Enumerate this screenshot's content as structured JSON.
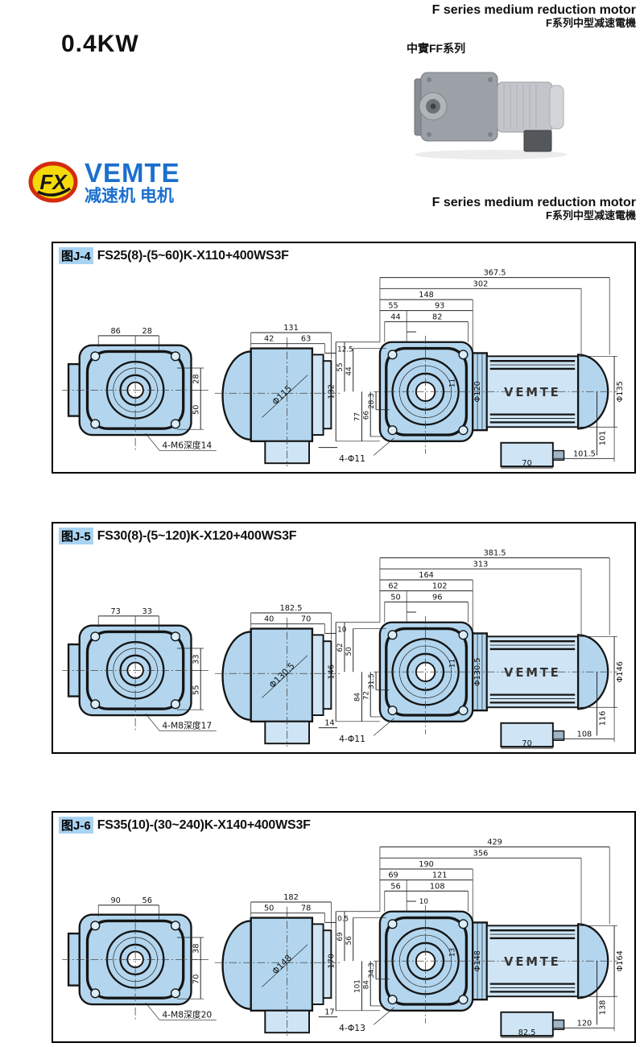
{
  "page": {
    "power": "0.4KW",
    "heading_en": "F series medium reduction motor",
    "heading_cn": "F系列中型减速電機",
    "series_label": "中實FF系列",
    "heading2_en": "F series medium reduction motor",
    "heading2_cn": "F系列中型减速電機"
  },
  "logo": {
    "badge": "FX",
    "brand": "VEMTE",
    "sub": "减速机 电机"
  },
  "colors": {
    "brand_blue": "#1a6fce",
    "drawing_fill": "#b3d6ee",
    "fig_bg": "#a9d3f2",
    "badge_yellow": "#f6d90a",
    "badge_red": "#d42b0e"
  },
  "panels": [
    {
      "fig_label": "图J-4",
      "title": "FS25(8)-(5~60)K-X110+400WS3F",
      "front": {
        "top1": "86",
        "top2": "28",
        "side1": "28",
        "side2": "50",
        "note": "4-M6深度14"
      },
      "side": {
        "total": "131",
        "a": "42",
        "b": "63",
        "c": "12.5",
        "d": "",
        "dia": "Φ115"
      },
      "main": {
        "l1": "367.5",
        "l2": "302",
        "l3": "148",
        "l4": "55",
        "l5": "93",
        "l6": "44",
        "l7": "82",
        "l8": "",
        "v1": "132",
        "v2": "77",
        "v3": "66",
        "v4": "28.3",
        "v5": "55",
        "v6": "44",
        "key": "11",
        "flange": "Φ120",
        "brand": "VEMTE",
        "motor_dia": "Φ135",
        "motor_h": "101",
        "holes": "4-Φ11",
        "b1": "70",
        "b2": "101.5"
      }
    },
    {
      "fig_label": "图J-5",
      "title": "FS30(8)-(5~120)K-X120+400WS3F",
      "front": {
        "top1": "73",
        "top2": "33",
        "side1": "33",
        "side2": "55",
        "note": "4-M8深度17"
      },
      "side": {
        "total": "182.5",
        "a": "40",
        "b": "70",
        "c": "10",
        "d": "14",
        "dia": "Φ130.5"
      },
      "main": {
        "l1": "381.5",
        "l2": "313",
        "l3": "164",
        "l4": "62",
        "l5": "102",
        "l6": "50",
        "l7": "96",
        "l8": "",
        "v1": "146",
        "v2": "84",
        "v3": "72",
        "v4": "31.5",
        "v5": "62",
        "v6": "50",
        "key": "11",
        "flange": "Φ130.5",
        "brand": "VEMTE",
        "motor_dia": "Φ146",
        "motor_h": "116",
        "holes": "4-Φ11",
        "b1": "70",
        "b2": "108"
      }
    },
    {
      "fig_label": "图J-6",
      "title": "FS35(10)-(30~240)K-X140+400WS3F",
      "front": {
        "top1": "90",
        "top2": "56",
        "side1": "38",
        "side2": "70",
        "note": "4-M8深度20"
      },
      "side": {
        "total": "182",
        "a": "50",
        "b": "78",
        "c": "0.5",
        "d": "17",
        "dia": "Φ148"
      },
      "main": {
        "l1": "429",
        "l2": "356",
        "l3": "190",
        "l4": "69",
        "l5": "121",
        "l6": "56",
        "l7": "108",
        "l8": "10",
        "v1": "170",
        "v2": "101",
        "v3": "84",
        "v4": "34.3",
        "v5": "69",
        "v6": "56",
        "key": "13",
        "flange": "Φ148",
        "brand": "VEMTE",
        "motor_dia": "Φ164",
        "motor_h": "138",
        "holes": "4-Φ13",
        "b1": "82.5",
        "b2": "120"
      }
    }
  ]
}
